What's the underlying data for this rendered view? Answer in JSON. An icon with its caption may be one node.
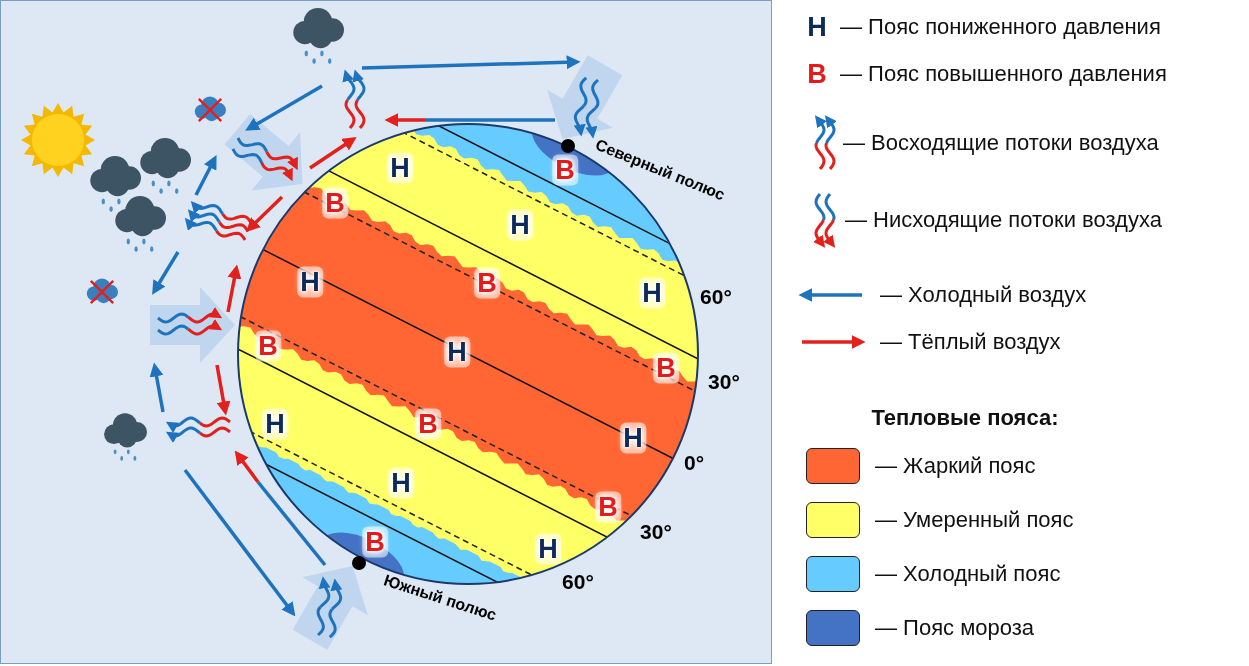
{
  "diagram": {
    "labels": [
      "Н",
      "В",
      "Северный полюс",
      "В",
      "Н",
      "Н",
      "В",
      "Н",
      "60°",
      "В",
      "Н",
      "В",
      "30°",
      "Н",
      "В",
      "Н",
      "0°",
      "Н",
      "В",
      "30°",
      "В",
      "Н",
      "60°",
      "Южный полюс",
      "Н",
      "В",
      "Тепловые пояса:"
    ],
    "legend": [
      {
        "text": "— Пояс пониженного давления"
      },
      {
        "text": "— Пояс повышенного давления"
      },
      {
        "text": "— Восходящие потоки воздуха"
      },
      {
        "text": "— Нисходящие потоки воздуха"
      },
      {
        "text": "— Холодный воздух"
      },
      {
        "text": "— Тёплый воздух"
      },
      {
        "text": "— Жаркий пояс",
        "color": "#ff6633"
      },
      {
        "text": "— Умеренный пояс",
        "color": "#ffff66"
      },
      {
        "text": "— Холодный пояс",
        "color": "#66ccff"
      },
      {
        "text": "— Пояс мороза",
        "color": "#4472c4"
      }
    ]
  }
}
